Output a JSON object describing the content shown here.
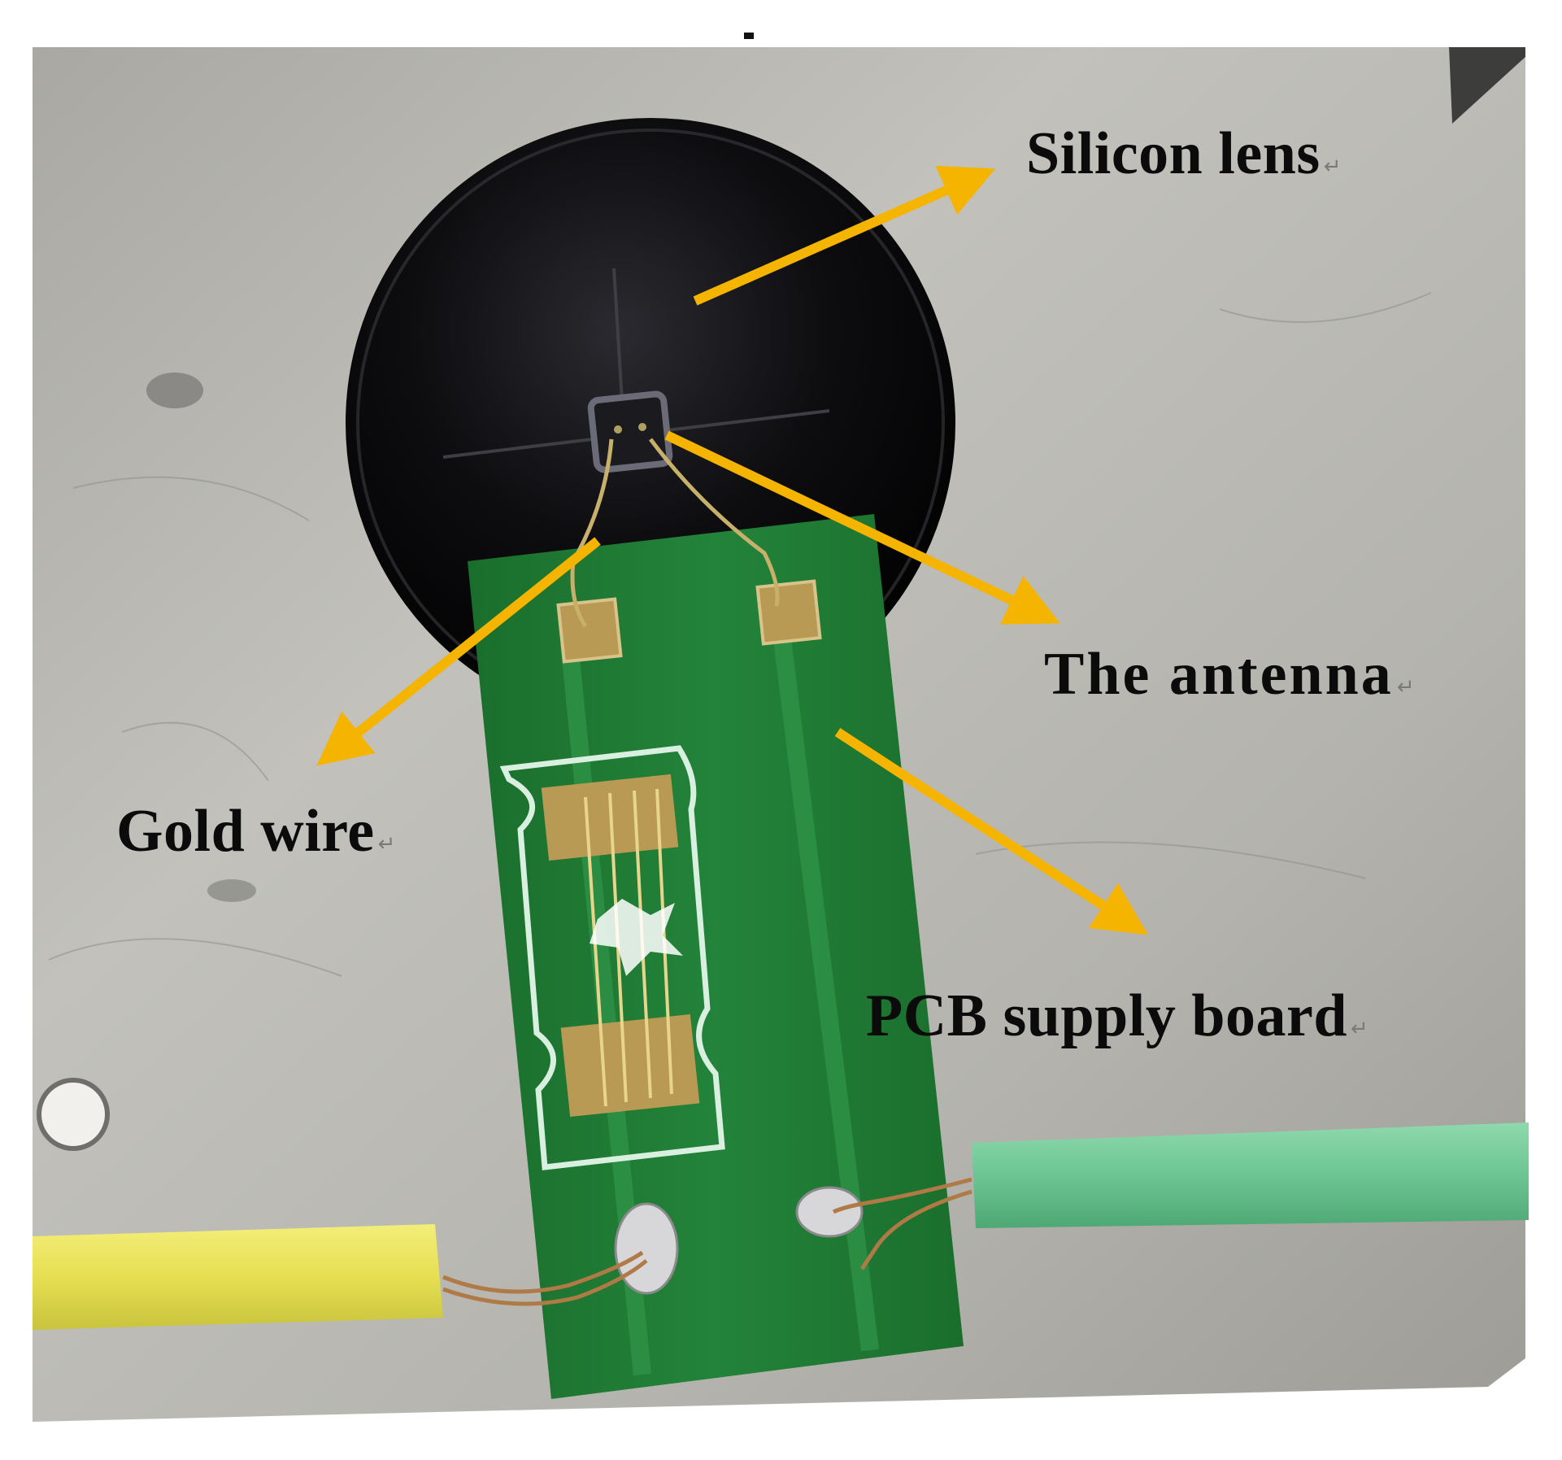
{
  "labels": {
    "silicon_lens": "Silicon lens",
    "antenna": "The antenna",
    "gold_wire": "Gold wire",
    "pcb_board": "PCB supply board",
    "return_mark": "↵"
  },
  "colors": {
    "arrow": "#f5b400",
    "plate": "#b7b6b0",
    "lens": "#0a0a0c",
    "pcb": "#1f7a32",
    "pad": "#b89a55",
    "yellow_wire": "#e8e15a",
    "green_wire": "#6fc995",
    "label_text": "#0b0b0b"
  }
}
